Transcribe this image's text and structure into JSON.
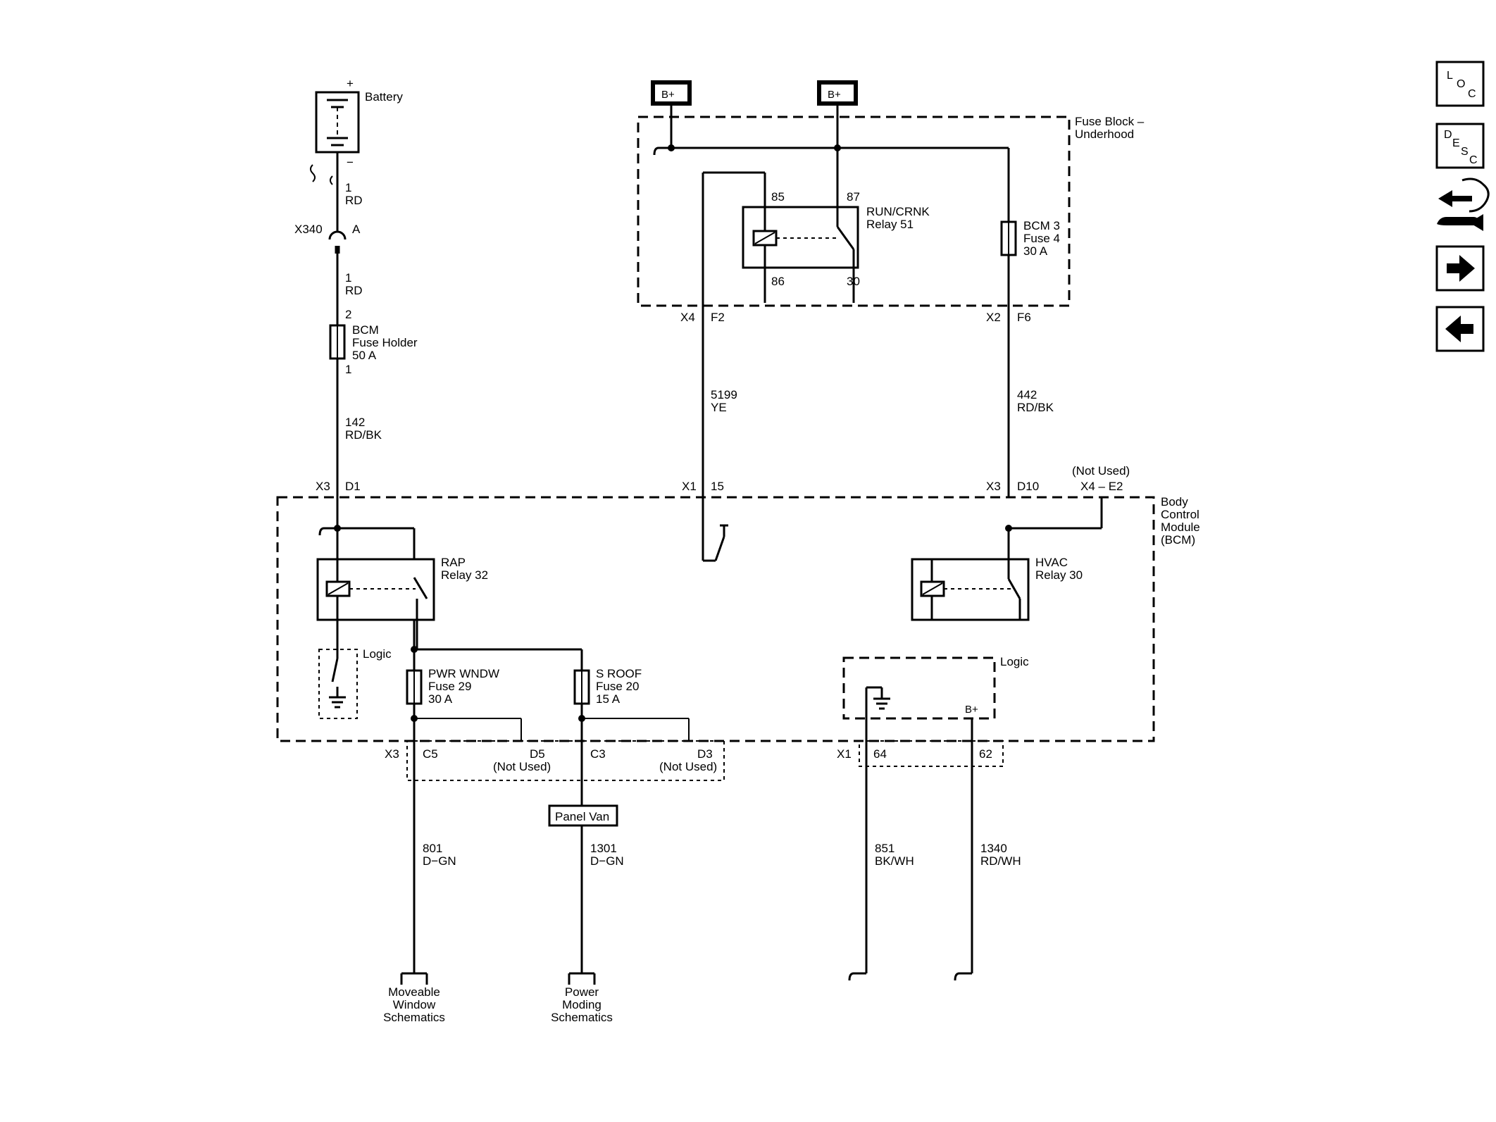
{
  "labels": {
    "battery": "Battery",
    "plus": "+",
    "minus": "−",
    "battery_circuit": "1",
    "battery_wire_color": "RD",
    "x340": "X340",
    "x340_pin": "A",
    "x340_circuit": "1",
    "x340_wire_color": "RD",
    "fuse_holder_pin2": "2",
    "fuse_holder_l1": "BCM",
    "fuse_holder_l2": "Fuse Holder",
    "fuse_holder_l3": "50 A",
    "fuse_holder_pin1": "1",
    "w142_circuit": "142",
    "w142_color": "RD/BK",
    "bplus_1": "B+",
    "bplus_2": "B+",
    "fuse_block_l1": "Fuse Block –",
    "fuse_block_l2": "Underhood",
    "pin85": "85",
    "pin87": "87",
    "pin86": "86",
    "pin30": "30",
    "run_relay_l1": "RUN/CRNK",
    "run_relay_l2": "Relay 51",
    "bcm3_l1": "BCM 3",
    "bcm3_l2": "Fuse 4",
    "bcm3_l3": "30 A",
    "x4": "X4",
    "f2": "F2",
    "x2": "X2",
    "f6": "F6",
    "w5199_circuit": "5199",
    "w5199_color": "YE",
    "w442_circuit": "442",
    "w442_color": "RD/BK",
    "x3_top": "X3",
    "d1": "D1",
    "x1_top": "X1",
    "p15": "15",
    "x3_top_right": "X3",
    "d10": "D10",
    "not_used_top": "(Not Used)",
    "x4_e2": "X4 – E2",
    "bcm_l1": "Body",
    "bcm_l2": "Control",
    "bcm_l3": "Module",
    "bcm_l4": "(BCM)",
    "rap_l1": "RAP",
    "rap_l2": "Relay 32",
    "hvac_l1": "HVAC",
    "hvac_l2": "Relay 30",
    "logic_left": "Logic",
    "logic_right": "Logic",
    "pwr_l1": "PWR WNDW",
    "pwr_l2": "Fuse 29",
    "pwr_l3": "30 A",
    "sroof_l1": "S ROOF",
    "sroof_l2": "Fuse 20",
    "sroof_l3": "15 A",
    "bplus_logic": "B+",
    "x3_bottom": "X3",
    "c5": "C5",
    "d5": "D5",
    "not_used_d5": "(Not Used)",
    "c3": "C3",
    "d3": "D3",
    "not_used_d3": "(Not Used)",
    "x1_bottom": "X1",
    "p64": "64",
    "p62": "62",
    "panel_van": "Panel Van",
    "w801_circuit": "801",
    "w801_color": "D−GN",
    "w1301_circuit": "1301",
    "w1301_color": "D−GN",
    "w851_circuit": "851",
    "w851_color": "BK/WH",
    "w1340_circuit": "1340",
    "w1340_color": "RD/WH",
    "dest_window_l1": "Moveable",
    "dest_window_l2": "Window",
    "dest_window_l3": "Schematics",
    "dest_power_l1": "Power",
    "dest_power_l2": "Moding",
    "dest_power_l3": "Schematics"
  },
  "nav": {
    "loc_l": "L",
    "loc_o": "O",
    "loc_c": "C",
    "desc_d": "D",
    "desc_e": "E",
    "desc_s": "S",
    "desc_c": "C"
  },
  "icons": {
    "loc": "loc-icon",
    "desc": "desc-icon",
    "connector": "connector-wrench-icon",
    "next": "arrow-right-icon",
    "previous": "arrow-left-icon"
  }
}
